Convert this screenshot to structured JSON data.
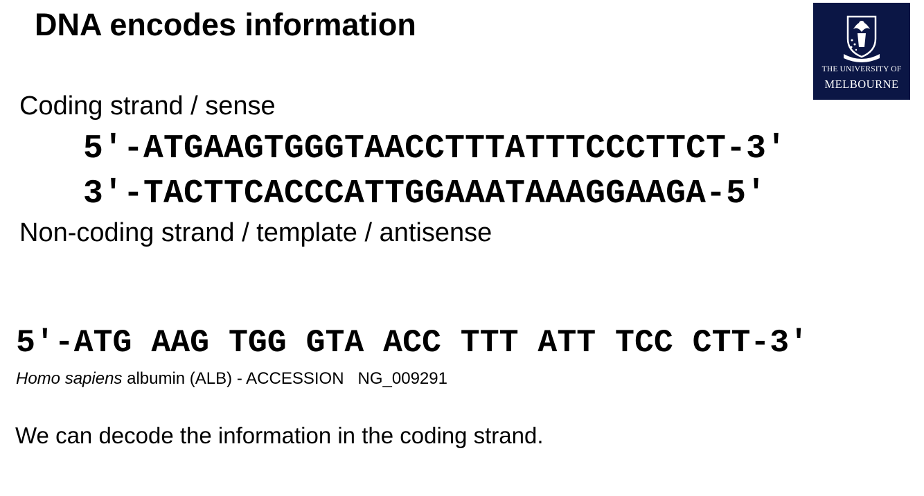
{
  "slide": {
    "title": "DNA encodes information",
    "coding_label": "Coding strand / sense",
    "coding_sequence": "5′-ATGAAGTGGGTAACCTTTATTTCCCTTCT-3′",
    "template_sequence": "3′-TACTTCACCCATTGGAAATAAAGGAAGA-5′",
    "noncoding_label": "Non-coding strand / template / antisense",
    "codon_sequence": "5′-ATG AAG TGG GTA ACC TTT ATT TCC CTT-3′",
    "gene_species": "Homo sapiens",
    "gene_description": " albumin (ALB) - ACCESSION   NG_009291",
    "note": "We can decode the information in the coding strand."
  },
  "logo": {
    "line1": "THE UNIVERSITY OF",
    "line2": "MELBOURNE",
    "background": "#0b1645",
    "icon": "university-crest-icon"
  }
}
